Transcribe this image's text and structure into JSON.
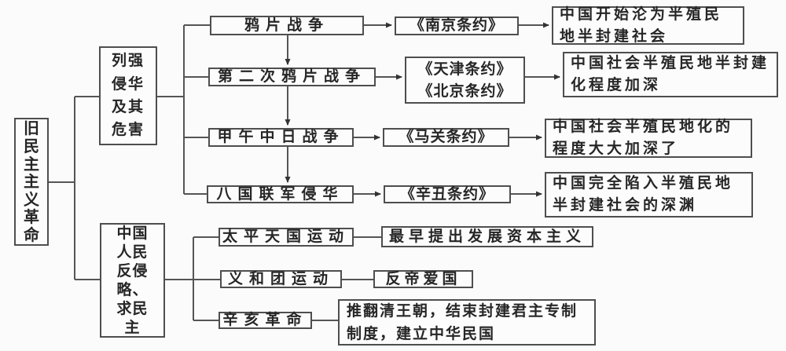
{
  "diagram": {
    "root_label": "旧民主主义革命",
    "branch_aggression": "列强侵华及其危害",
    "branch_resistance": "中国人民反侵略、求民主",
    "wars": [
      {
        "event": "鸦片战争",
        "treaties": [
          "《南京条约》"
        ],
        "result": "中国开始沦为半殖民地半封建社会"
      },
      {
        "event": "第二次鸦片战争",
        "treaties": [
          "《天津条约》",
          "《北京条约》"
        ],
        "result": "中国社会半殖民地半封建化程度加深"
      },
      {
        "event": "甲午中日战争",
        "treaties": [
          "《马关条约》"
        ],
        "result": "中国社会半殖民地化的程度大大加深了"
      },
      {
        "event": "八国联军侵华",
        "treaties": [
          "《辛丑条约》"
        ],
        "result": "中国完全陷入半殖民地半封建社会的深渊"
      }
    ],
    "movements": [
      {
        "event": "太平天国运动",
        "result": "最早提出发展资本主义"
      },
      {
        "event": "义和团运动",
        "result": "反帝爱国"
      },
      {
        "event": "辛亥革命",
        "result": "推翻清王朝，结束封建君主专制制度，建立中华民国"
      }
    ],
    "colors": {
      "line": "#555555",
      "border": "#4e4e4e",
      "text": "#262626",
      "background": "#fbfbfb"
    }
  }
}
